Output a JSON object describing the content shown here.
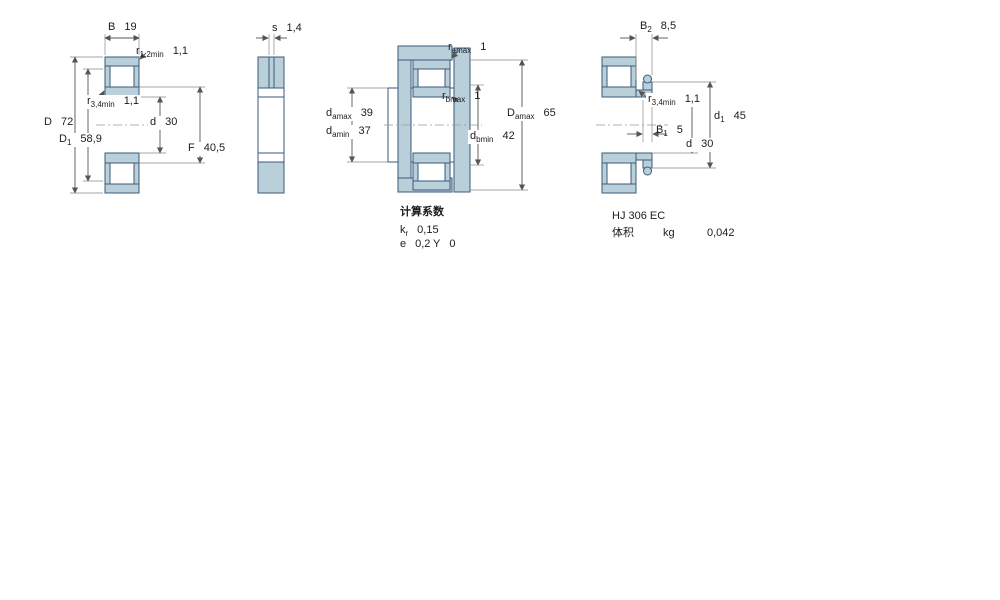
{
  "front": {
    "B": {
      "sym": "B",
      "sub": "",
      "val": "19"
    },
    "r12": {
      "sym": "r",
      "sub": "1,2min",
      "val": "1,1"
    },
    "r34": {
      "sym": "r",
      "sub": "3,4min",
      "val": "1,1"
    },
    "D": {
      "sym": "D",
      "sub": "",
      "val": "72"
    },
    "D1": {
      "sym": "D",
      "sub": "1",
      "val": "58,9"
    },
    "d": {
      "sym": "d",
      "sub": "",
      "val": "30"
    },
    "F": {
      "sym": "F",
      "sub": "",
      "val": "40,5"
    }
  },
  "side": {
    "s": {
      "sym": "s",
      "sub": "",
      "val": "1,4"
    }
  },
  "mount": {
    "ramax": {
      "sym": "r",
      "sub": "amax",
      "val": "1"
    },
    "rbmax": {
      "sym": "r",
      "sub": "bmax",
      "val": "1"
    },
    "damax": {
      "sym": "d",
      "sub": "amax",
      "val": "39"
    },
    "damin": {
      "sym": "d",
      "sub": "amin",
      "val": "37"
    },
    "dbmin": {
      "sym": "d",
      "sub": "bmin",
      "val": "42"
    },
    "Damax": {
      "sym": "D",
      "sub": "amax",
      "val": "65"
    },
    "calc": {
      "title": "计算系数",
      "kr": {
        "sym": "k",
        "sub": "r",
        "val": "0,15"
      },
      "e": {
        "sym": "e",
        "sub": "",
        "val": "0,2"
      },
      "Y": {
        "sym": "Y",
        "sub": "",
        "val": "0"
      }
    }
  },
  "hj": {
    "B2": {
      "sym": "B",
      "sub": "2",
      "val": "8,5"
    },
    "r34": {
      "sym": "r",
      "sub": "3,4min",
      "val": "1,1"
    },
    "d1": {
      "sym": "d",
      "sub": "1",
      "val": "45"
    },
    "B1": {
      "sym": "B",
      "sub": "1",
      "val": "5"
    },
    "d": {
      "sym": "d",
      "sub": "",
      "val": "30"
    },
    "designation": "HJ 306 EC",
    "mass_label": "体积",
    "mass_unit": "kg",
    "mass_value": "0,042"
  },
  "colors": {
    "part_fill": "#b9d0da",
    "part_stroke": "#3a5a78",
    "dim_line": "#555555"
  }
}
